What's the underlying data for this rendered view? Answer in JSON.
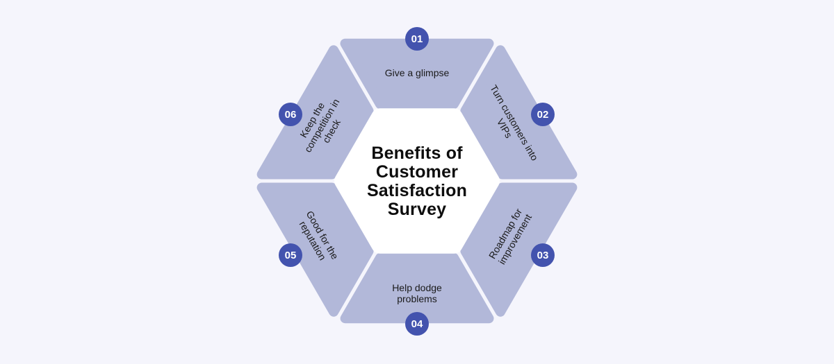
{
  "title": "Benefits of\nCustomer\nSatisfaction\nSurvey",
  "colors": {
    "background": "#f5f5fc",
    "segment": "#b2b8d9",
    "badge": "#4353ae",
    "badge_text": "#ffffff",
    "center_bg": "#ffffff",
    "title_text": "#0d0d0d",
    "label_text": "#1a1a1a"
  },
  "segments": [
    {
      "number": "01",
      "label": "Give a glimpse"
    },
    {
      "number": "02",
      "label": "Turn customers into\nVIPs"
    },
    {
      "number": "03",
      "label": "Roadmap for\nimprovement"
    },
    {
      "number": "04",
      "label": "Help dodge\nproblems"
    },
    {
      "number": "05",
      "label": "Good for the\nreputation"
    },
    {
      "number": "06",
      "label": "Keep the\ncompetition in\ncheck"
    }
  ]
}
